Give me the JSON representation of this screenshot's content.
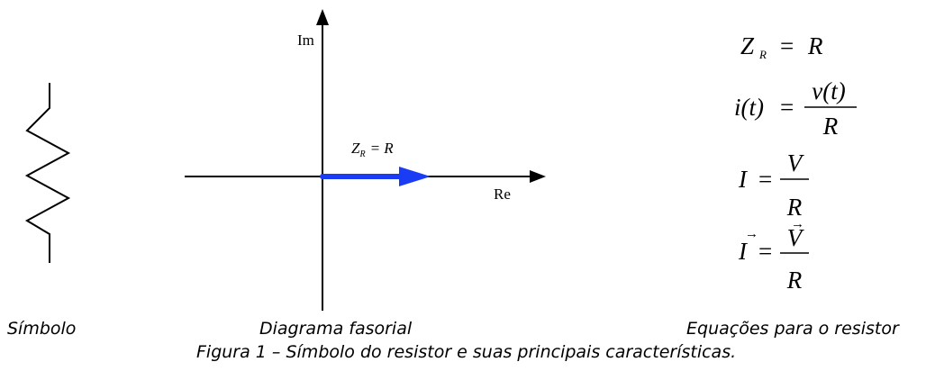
{
  "labels": {
    "symbol": "Símbolo",
    "phasor": "Diagrama fasorial",
    "equations": "Equações para o resistor",
    "caption": "Figura 1 – Símbolo do resistor e suas principais características."
  },
  "phasor_diagram": {
    "im_axis": "Im",
    "re_axis": "Re",
    "vector_label": {
      "main": "Z",
      "sub": "R",
      "rhs": "= R"
    },
    "vector_color": "#1a3cf5"
  },
  "equations": [
    {
      "lhs": "Z",
      "lhs_sub": "R",
      "rhs": "R"
    },
    {
      "lhs": "i(t)",
      "num": "v(t)",
      "den": "R"
    },
    {
      "lhs": "I",
      "num": "V",
      "den": "R"
    },
    {
      "lhs": "I",
      "num": "V",
      "den": "R",
      "vector": true
    }
  ]
}
